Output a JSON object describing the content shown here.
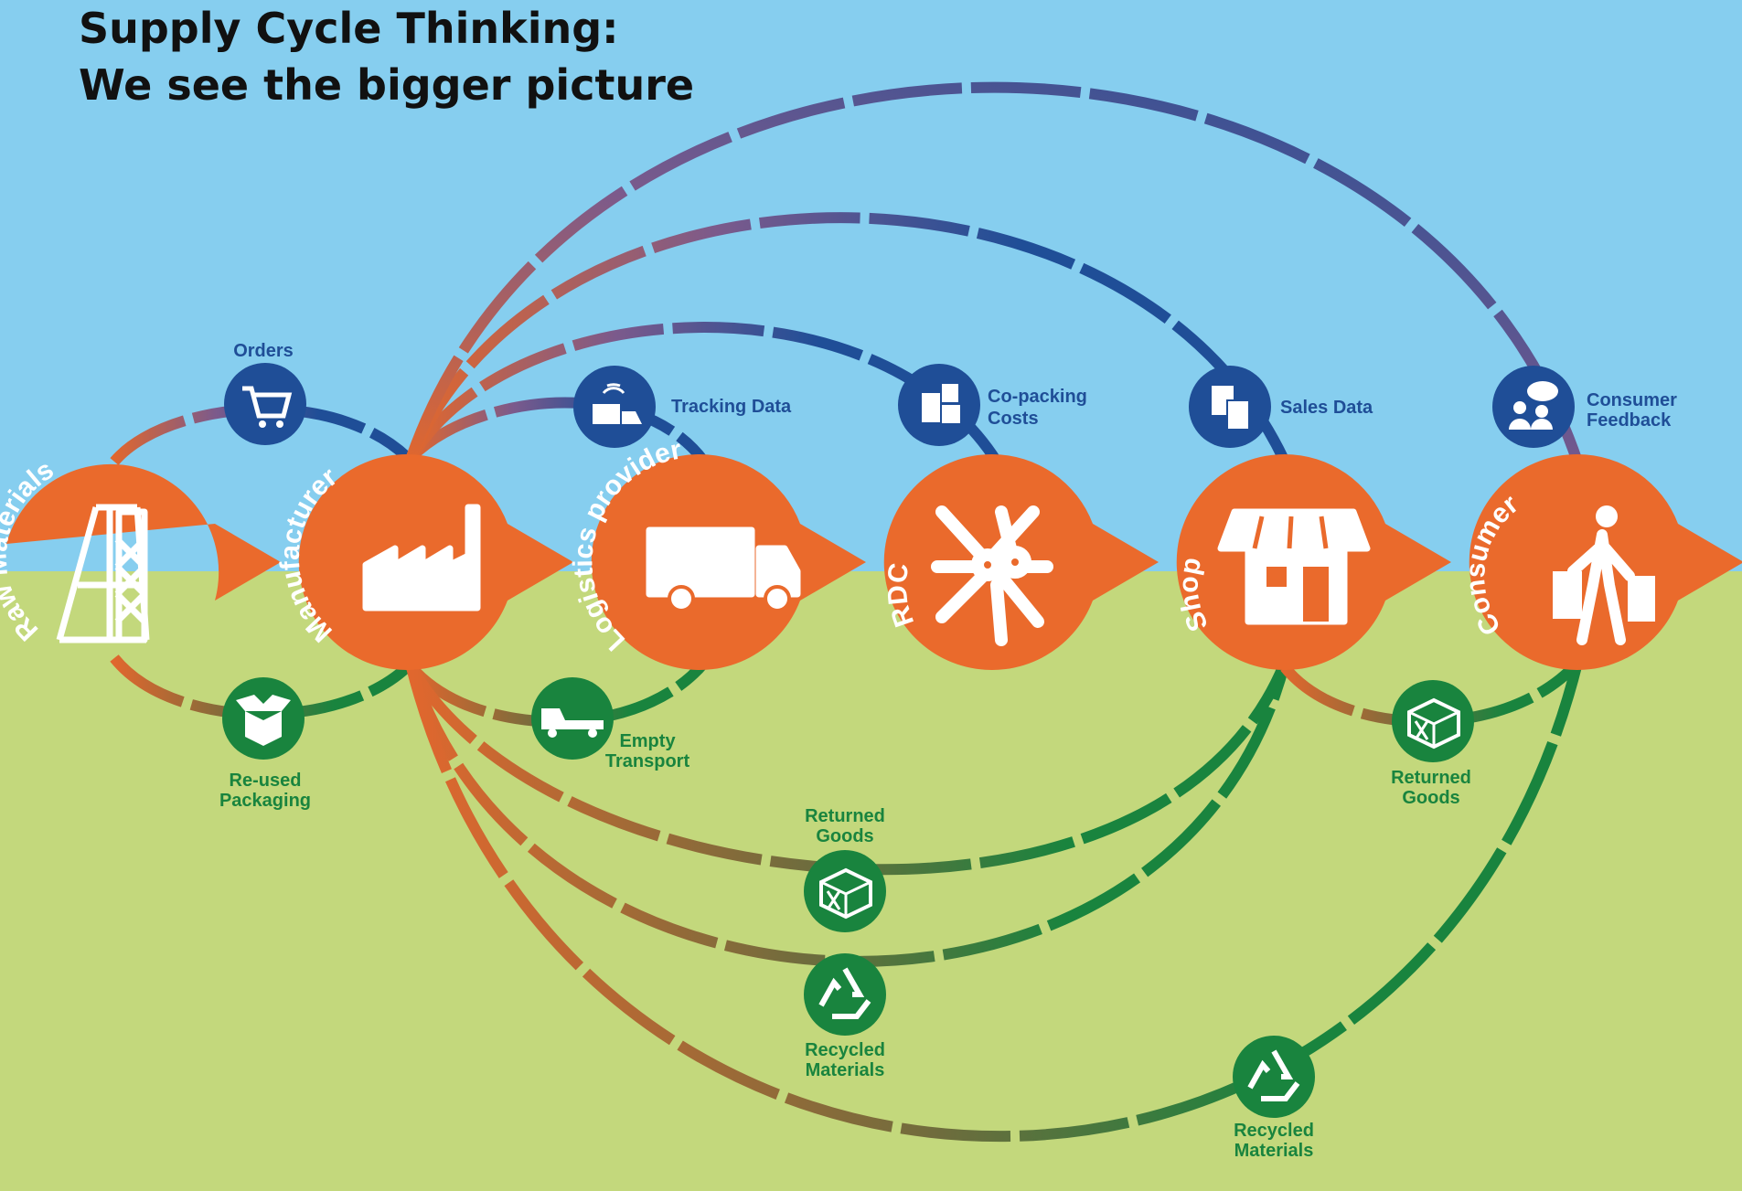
{
  "title": {
    "line1": "Supply Cycle Thinking:",
    "line2": "We see the bigger picture"
  },
  "colors": {
    "sky": "#86ceef",
    "ground": "#c3d87c",
    "node_orange": "#ea6a2c",
    "flow_blue": "#1f4e97",
    "flow_green": "#19843e",
    "mixed_purple": "#7b5a8c"
  },
  "nodes": [
    {
      "id": "raw-materials",
      "label": "Raw Materials",
      "icon": "mine-headframe-icon"
    },
    {
      "id": "manufacturer",
      "label": "Manufacturer",
      "icon": "factory-icon"
    },
    {
      "id": "logistics-provider",
      "label": "Logistics provider",
      "icon": "truck-icon"
    },
    {
      "id": "rdc",
      "label": "RDC",
      "icon": "distribution-hub-icon"
    },
    {
      "id": "shop",
      "label": "Shop",
      "icon": "storefront-icon"
    },
    {
      "id": "consumer",
      "label": "Consumer",
      "icon": "shopper-icon"
    }
  ],
  "info_flows": [
    {
      "id": "orders",
      "label": "Orders",
      "icon": "shopping-cart-icon"
    },
    {
      "id": "tracking-data",
      "label": "Tracking Data",
      "icon": "signal-truck-icon"
    },
    {
      "id": "co-packing-costs",
      "label": "Co-packing\nCosts",
      "icon": "boxes-cost-icon"
    },
    {
      "id": "sales-data",
      "label": "Sales Data",
      "icon": "report-chart-icon"
    },
    {
      "id": "consumer-feedback",
      "label": "Consumer\nFeedback",
      "icon": "speech-bubble-people-icon"
    }
  ],
  "return_flows": [
    {
      "id": "re-used-packaging",
      "label": "Re-used\nPackaging",
      "icon": "open-box-icon"
    },
    {
      "id": "empty-transport",
      "label": "Empty\nTransport",
      "icon": "empty-truck-icon"
    },
    {
      "id": "returned-goods-mid",
      "label": "Returned\nGoods",
      "icon": "package-icon"
    },
    {
      "id": "recycled-materials-mid",
      "label": "Recycled\nMaterials",
      "icon": "recycle-icon"
    },
    {
      "id": "returned-goods-right",
      "label": "Returned\nGoods",
      "icon": "package-icon"
    },
    {
      "id": "recycled-materials-right",
      "label": "Recycled\nMaterials",
      "icon": "recycle-icon"
    }
  ]
}
